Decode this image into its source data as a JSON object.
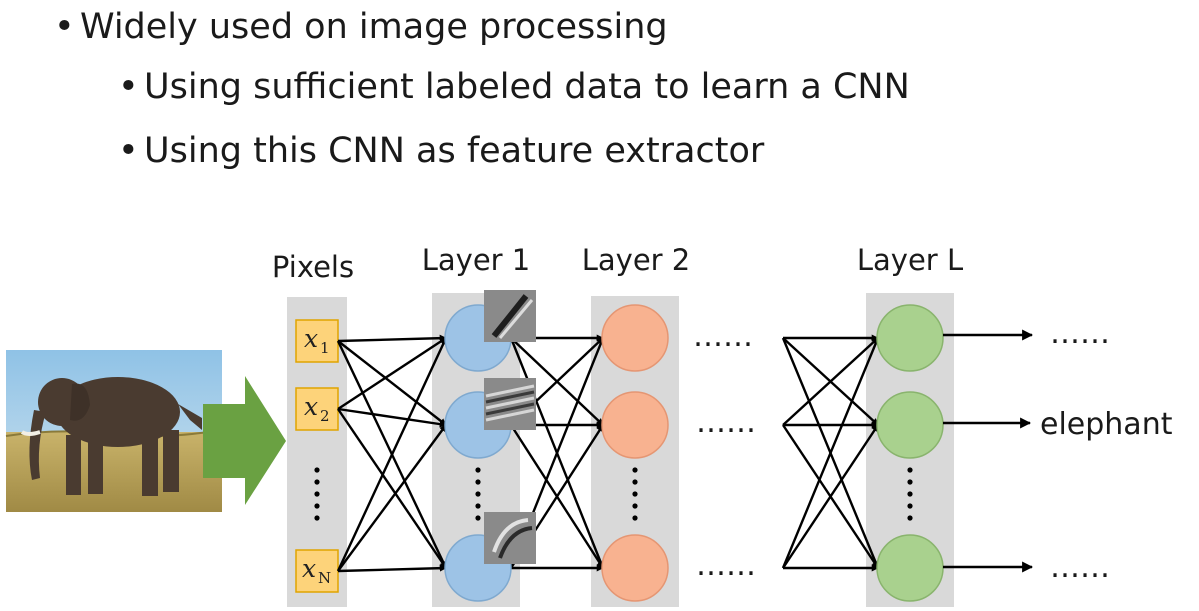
{
  "bullets": [
    {
      "text": "Widely used on image processing",
      "level": 1
    },
    {
      "text": "Using sufficient labeled data to learn a CNN",
      "level": 2
    },
    {
      "text": "Using this CNN as feature extractor",
      "level": 2
    }
  ],
  "diagram": {
    "layer_labels": {
      "pixels": "Pixels",
      "layer1": "Layer 1",
      "layer2": "Layer 2",
      "layerL": "Layer L"
    },
    "inputs": [
      {
        "symbol": "x",
        "subscript": "1"
      },
      {
        "symbol": "x",
        "subscript": "2"
      },
      {
        "symbol": "x",
        "subscript": "N"
      }
    ],
    "ellipsis_horizontal": "……",
    "outputs": [
      "……",
      "elephant",
      "……"
    ],
    "colors": {
      "input_box": "#fdd37a",
      "layer1_node": "#9dc3e6",
      "layer2_node": "#f8b290",
      "layerL_node": "#a9d18e",
      "column_bg": "#d9d9d9",
      "big_arrow": "#6aa142"
    },
    "image_subject": "elephant"
  }
}
